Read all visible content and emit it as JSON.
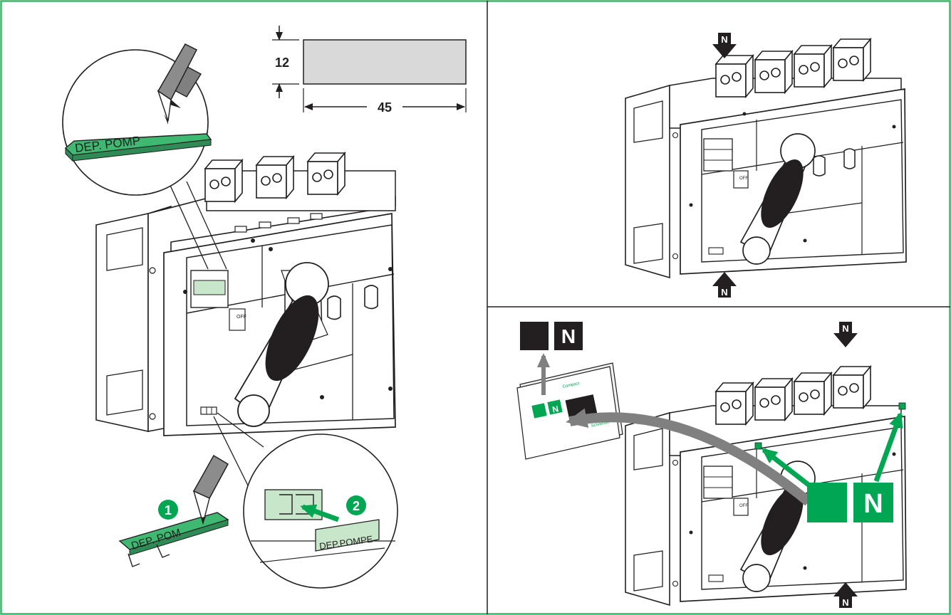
{
  "colors": {
    "frame": "#3db56b",
    "brand_green": "#00a651",
    "label_fill": "#3fb871",
    "light_label": "#c8e6c9",
    "dark": "#231f20"
  },
  "dimension": {
    "height_value": "12",
    "width_value": "45"
  },
  "left_panel": {
    "pencil_label": "DEP. POMP",
    "step1_number": "1",
    "step1_label": "DEP. POM",
    "step2_number": "2",
    "step2_label": "DEP.POMPE",
    "switch_off_text": "OFF"
  },
  "top_right_panel": {
    "neutral_top": "N",
    "neutral_bottom": "N",
    "switch_off_text": "OFF"
  },
  "bottom_right_panel": {
    "legend_letter": "N",
    "neutral_top": "N",
    "neutral_bottom": "N",
    "green_letter": "N",
    "booklet_letter": "N",
    "booklet_brand": "Schneider",
    "booklet_title": "Compact",
    "switch_off_text": "OFF"
  }
}
